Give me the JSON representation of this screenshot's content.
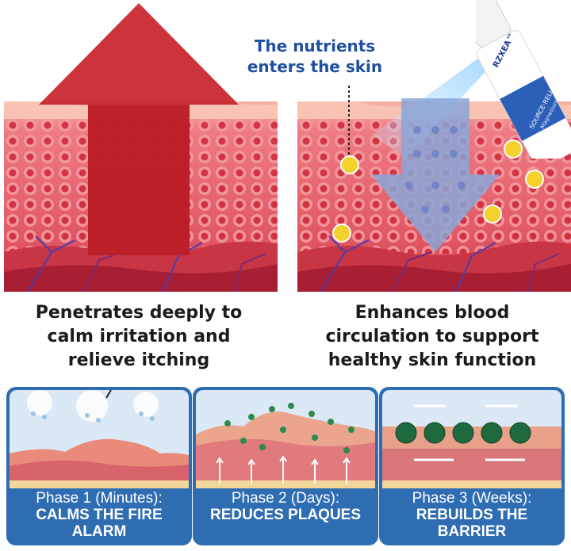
{
  "callout": {
    "line1": "The nutrients",
    "line2": "enters the skin"
  },
  "left_caption": {
    "line1": "Penetrates deeply to",
    "line2": "calm irritation and",
    "line3": "relieve itching"
  },
  "right_caption": {
    "line1": "Enhances blood",
    "line2": "circulation to support",
    "line3": "healthy skin function"
  },
  "product": {
    "brand": "RZXEA™",
    "label1": "SOURCE·RELI",
    "label2": "Magnesium"
  },
  "phases": [
    {
      "title": "Phase 1 (Minutes):",
      "desc1": "CALMS THE FIRE",
      "desc2": "ALARM"
    },
    {
      "title": "Phase 2 (Days):",
      "desc1": "REDUCES PLAQUES",
      "desc2": ""
    },
    {
      "title": "Phase 3 (Weeks):",
      "desc1": "REBUILDS THE",
      "desc2": "BARRIER"
    }
  ],
  "colors": {
    "skin": "#e96470",
    "cell": "#d8303c",
    "arrow_red": "#c8222a",
    "arrow_blue": "#8aa6d8",
    "phase_blue": "#2f6db3",
    "nutrient": "#f5d12e"
  }
}
